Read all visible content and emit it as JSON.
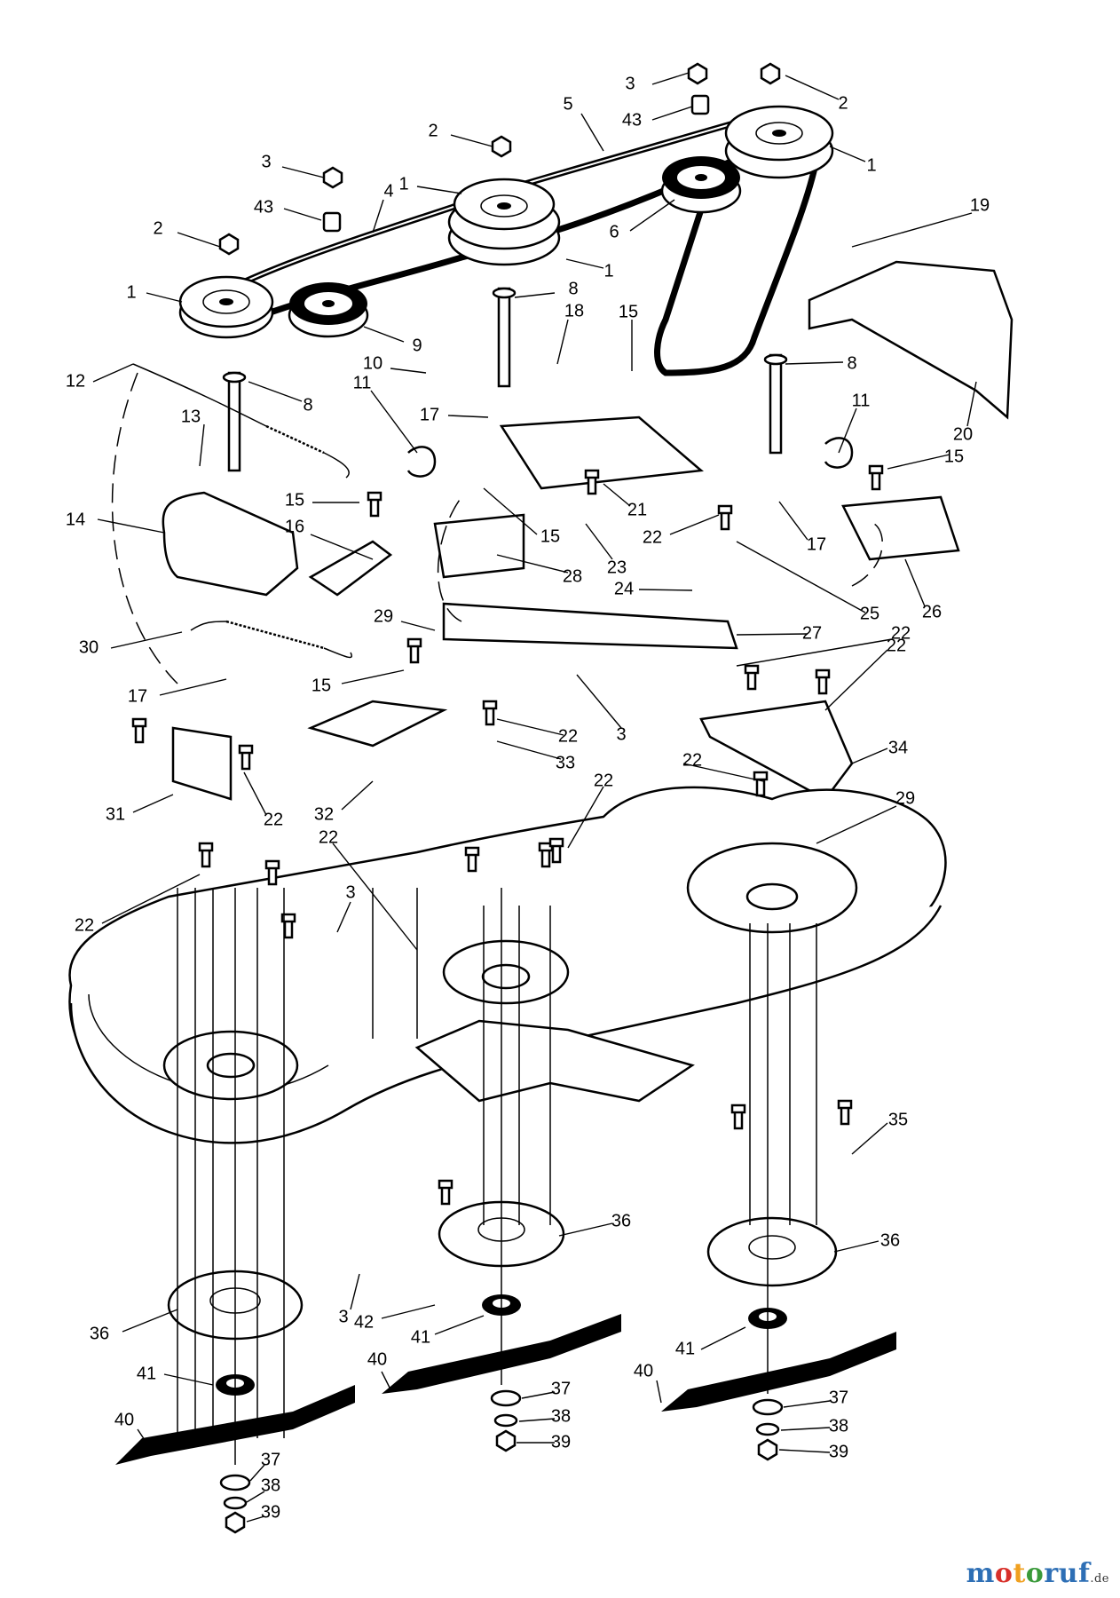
{
  "callouts": [
    {
      "id": "c3a",
      "text": "3"
    },
    {
      "id": "c2a",
      "text": "2"
    },
    {
      "id": "c5",
      "text": "5"
    },
    {
      "id": "c43a",
      "text": "43"
    },
    {
      "id": "c2b",
      "text": "2"
    },
    {
      "id": "c1a",
      "text": "1"
    },
    {
      "id": "c3b",
      "text": "3"
    },
    {
      "id": "c1b",
      "text": "1"
    },
    {
      "id": "c4",
      "text": "4"
    },
    {
      "id": "c43b",
      "text": "43"
    },
    {
      "id": "c6",
      "text": "6"
    },
    {
      "id": "c2c",
      "text": "2"
    },
    {
      "id": "c1c",
      "text": "1"
    },
    {
      "id": "c1d",
      "text": "1"
    },
    {
      "id": "c19",
      "text": "19"
    },
    {
      "id": "c8a",
      "text": "8"
    },
    {
      "id": "c18",
      "text": "18"
    },
    {
      "id": "c15a",
      "text": "15"
    },
    {
      "id": "c9",
      "text": "9"
    },
    {
      "id": "c10",
      "text": "10"
    },
    {
      "id": "c12",
      "text": "12"
    },
    {
      "id": "c8b",
      "text": "8"
    },
    {
      "id": "c11a",
      "text": "11"
    },
    {
      "id": "c8c",
      "text": "8"
    },
    {
      "id": "c17a",
      "text": "17"
    },
    {
      "id": "c13",
      "text": "13"
    },
    {
      "id": "c20",
      "text": "20"
    },
    {
      "id": "c11b",
      "text": "11"
    },
    {
      "id": "c15b",
      "text": "15"
    },
    {
      "id": "c14",
      "text": "14"
    },
    {
      "id": "c15c",
      "text": "15"
    },
    {
      "id": "c16",
      "text": "16"
    },
    {
      "id": "c15d",
      "text": "15"
    },
    {
      "id": "c21",
      "text": "21"
    },
    {
      "id": "c22a",
      "text": "22"
    },
    {
      "id": "c17b",
      "text": "17"
    },
    {
      "id": "c28",
      "text": "28"
    },
    {
      "id": "c23",
      "text": "23"
    },
    {
      "id": "c24",
      "text": "24"
    },
    {
      "id": "c25",
      "text": "25"
    },
    {
      "id": "c26",
      "text": "26"
    },
    {
      "id": "c29a",
      "text": "29"
    },
    {
      "id": "c27",
      "text": "27"
    },
    {
      "id": "c30",
      "text": "30"
    },
    {
      "id": "c22b",
      "text": "22"
    },
    {
      "id": "c15e",
      "text": "15"
    },
    {
      "id": "c17c",
      "text": "17"
    },
    {
      "id": "c3c",
      "text": "3"
    },
    {
      "id": "c22c",
      "text": "22"
    },
    {
      "id": "c22d",
      "text": "22"
    },
    {
      "id": "c34",
      "text": "34"
    },
    {
      "id": "c33",
      "text": "33"
    },
    {
      "id": "c22e",
      "text": "22"
    },
    {
      "id": "c31",
      "text": "31"
    },
    {
      "id": "c22f",
      "text": "22"
    },
    {
      "id": "c32",
      "text": "32"
    },
    {
      "id": "c22g",
      "text": "22"
    },
    {
      "id": "c22h",
      "text": "22"
    },
    {
      "id": "c29b",
      "text": "29"
    },
    {
      "id": "c3d",
      "text": "3"
    },
    {
      "id": "c22i",
      "text": "22"
    },
    {
      "id": "c35",
      "text": "35"
    },
    {
      "id": "c36a",
      "text": "36"
    },
    {
      "id": "c36b",
      "text": "36"
    },
    {
      "id": "c3e",
      "text": "3"
    },
    {
      "id": "c42",
      "text": "42"
    },
    {
      "id": "c41a",
      "text": "41"
    },
    {
      "id": "c36c",
      "text": "36"
    },
    {
      "id": "c41b",
      "text": "41"
    },
    {
      "id": "c40a",
      "text": "40"
    },
    {
      "id": "c40b",
      "text": "40"
    },
    {
      "id": "c37a",
      "text": "37"
    },
    {
      "id": "c38a",
      "text": "38"
    },
    {
      "id": "c39a",
      "text": "39"
    },
    {
      "id": "c41c",
      "text": "41"
    },
    {
      "id": "c40c",
      "text": "40"
    },
    {
      "id": "c37b",
      "text": "37"
    },
    {
      "id": "c38b",
      "text": "38"
    },
    {
      "id": "c39b",
      "text": "39"
    },
    {
      "id": "c37c",
      "text": "37"
    },
    {
      "id": "c38c",
      "text": "38"
    },
    {
      "id": "c39c",
      "text": "39"
    }
  ],
  "watermark": {
    "brand": "motoruf",
    "suffix": ".de"
  },
  "colors": {
    "line": "#000000",
    "background": "#ffffff",
    "watermark_m": "#2e6fb5",
    "watermark_o1": "#d8302a",
    "watermark_t": "#f0a020",
    "watermark_o2": "#3a9a3a",
    "watermark_rest": "#2e6fb5"
  }
}
